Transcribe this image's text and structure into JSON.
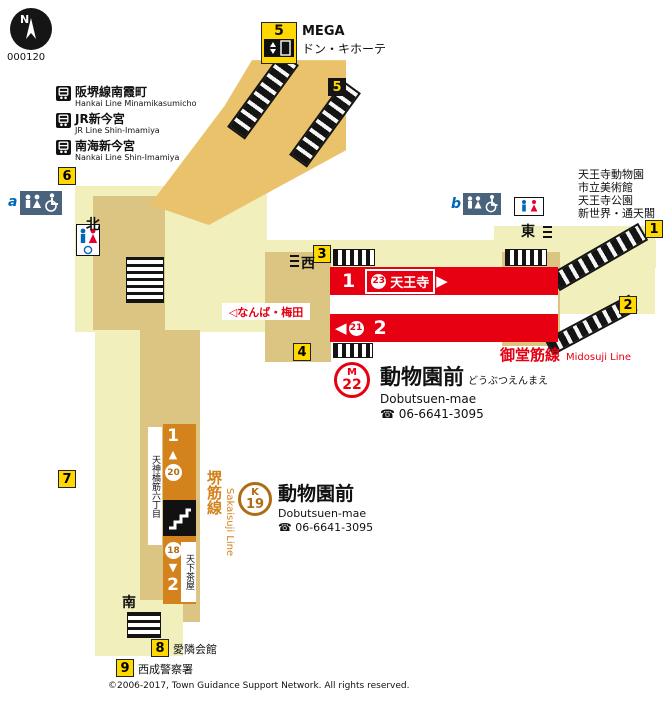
{
  "meta": {
    "id": "000120",
    "copyright": "©2006-2017, Town Guidance Support Network. All rights reserved."
  },
  "compass": {
    "n": "N"
  },
  "labels": {
    "north": "北",
    "west": "西",
    "east": "東",
    "south": "南",
    "a": "a",
    "b": "b"
  },
  "transfers": [
    {
      "jp": "阪堺線南霞町",
      "en": "Hankai Line Minamikasumicho"
    },
    {
      "jp": "JR新今宮",
      "en": "JR Line Shin-Imamiya"
    },
    {
      "jp": "南海新今宮",
      "en": "Nankai Line Shin-Imamiya"
    }
  ],
  "exits": {
    "e1": "1",
    "e2": "2",
    "e3": "3",
    "e4": "4",
    "e5_top": "5",
    "e5_mid": "5",
    "e6": "6",
    "e7": "7",
    "e8": "8",
    "e9": "9"
  },
  "poi": {
    "mega_line1": "MEGA",
    "mega_line2": "ドン・キホーテ",
    "exit8": "愛隣会館",
    "exit9": "西成警察署",
    "destinations": [
      "天王寺動物園",
      "市立美術館",
      "天王寺公園",
      "新世界・通天閣"
    ]
  },
  "midosuji": {
    "line_jp": "御堂筋線",
    "line_en": "Midosuji Line",
    "color": "#e60012",
    "platform1": "1",
    "platform2": "2",
    "dir_right": "天王寺",
    "car_right": "23",
    "dir_left": "◁なんば・梅田",
    "car_left": "21",
    "badge_letter": "M",
    "badge_number": "22",
    "station_jp": "動物園前",
    "station_kana": "どうぶつえんまえ",
    "station_en": "Dobutsuen-mae",
    "phone": "06-6641-3095"
  },
  "sakaisuji": {
    "line_jp": "堺筋線",
    "line_en": "Sakaisuji Line",
    "color": "#d4821c",
    "platform1": "1",
    "platform2": "2",
    "car_up": "20",
    "car_down": "18",
    "dir_up": "天神橋筋六丁目",
    "dir_down": "天下茶屋",
    "badge_letter": "K",
    "badge_number": "19",
    "station_jp": "動物園前",
    "station_en": "Dobutsuen-mae",
    "phone": "06-6641-3095"
  }
}
